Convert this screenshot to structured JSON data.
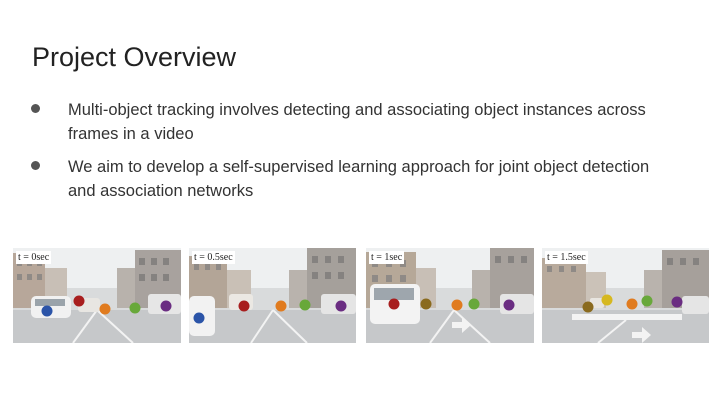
{
  "slide": {
    "title": "Project Overview",
    "bullets": [
      "Multi-object tracking involves detecting and associating object instances across frames in a video",
      "We aim to develop a self-supervised learning approach for joint object detection and association networks"
    ]
  },
  "frames": [
    {
      "timestamp": "t = 0sec",
      "markers": [
        {
          "color": "#2b54a8"
        },
        {
          "color": "#a81e1e"
        },
        {
          "color": "#e07b1f"
        },
        {
          "color": "#68a83a"
        },
        {
          "color": "#6a2d82"
        }
      ]
    },
    {
      "timestamp": "t = 0.5sec",
      "markers": [
        {
          "color": "#2b54a8"
        },
        {
          "color": "#a81e1e"
        },
        {
          "color": "#e07b1f"
        },
        {
          "color": "#68a83a"
        },
        {
          "color": "#6a2d82"
        }
      ]
    },
    {
      "timestamp": "t = 1sec",
      "markers": [
        {
          "color": "#a81e1e"
        },
        {
          "color": "#8a6a1e"
        },
        {
          "color": "#e07b1f"
        },
        {
          "color": "#68a83a"
        },
        {
          "color": "#6a2d82"
        }
      ]
    },
    {
      "timestamp": "t = 1.5sec",
      "markers": [
        {
          "color": "#8a6a1e"
        },
        {
          "color": "#d6b820"
        },
        {
          "color": "#e07b1f"
        },
        {
          "color": "#68a83a"
        },
        {
          "color": "#6a2d82"
        }
      ]
    }
  ]
}
